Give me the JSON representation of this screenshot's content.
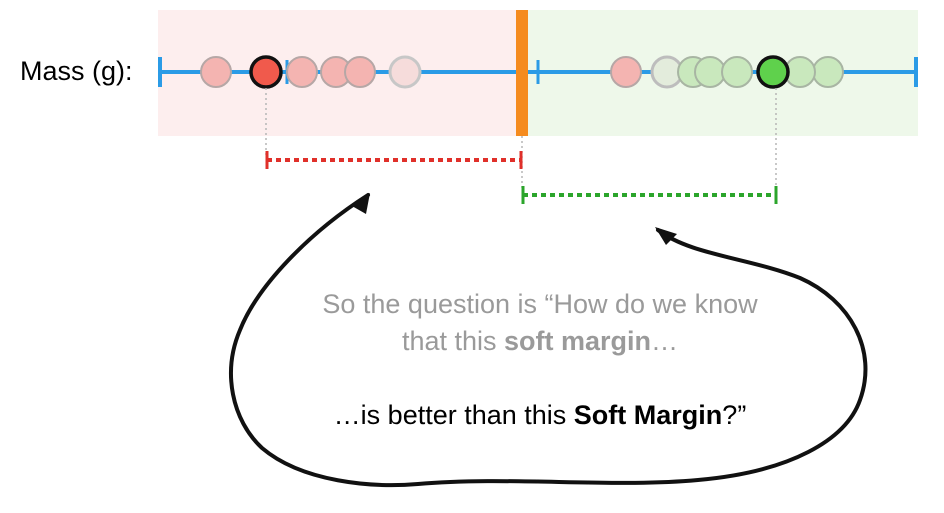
{
  "axis_label": "Mass (g):",
  "caption": {
    "line1": "So the question is “How do we know",
    "line2_before": "that this ",
    "line2_bold": "soft margin",
    "line2_after": "…",
    "line3_before": "…is better than this ",
    "line3_bold": "Soft Margin",
    "line3_after": "?”"
  },
  "colors": {
    "axis": "#2b9be6",
    "threshold": "#f58b1e",
    "left_region": "#fdeeee",
    "right_region": "#eef8ea",
    "red_point": "#f4b4b1",
    "red_highlight": "#f05a4c",
    "green_point": "#c9e8bd",
    "green_highlight": "#5fd14c",
    "red_margin": "#e0302a",
    "green_margin": "#2ba52b"
  },
  "icons": {
    "left_arrow": "curved-arrow-icon",
    "right_arrow": "curved-arrow-icon"
  }
}
